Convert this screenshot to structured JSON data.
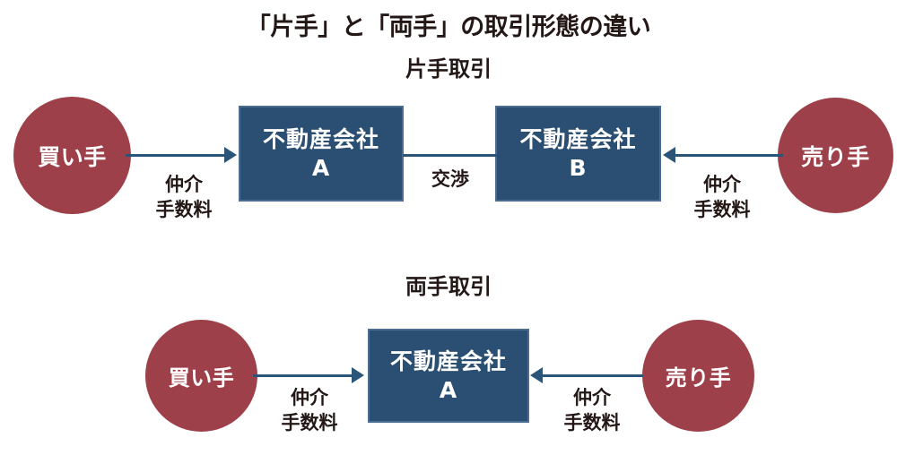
{
  "title": "「片手」と「両手」の取引形態の違い",
  "sections": [
    {
      "heading": "片手取引",
      "nodes": {
        "buyer": "買い手",
        "seller": "売り手",
        "company_a_name": "不動産会社",
        "company_a_id": "A",
        "company_b_name": "不動産会社",
        "company_b_id": "B"
      },
      "labels": {
        "fee_line1": "仲介",
        "fee_line2": "手数料",
        "negotiation": "交渉"
      }
    },
    {
      "heading": "両手取引",
      "nodes": {
        "buyer": "買い手",
        "seller": "売り手",
        "company_a_name": "不動産会社",
        "company_a_id": "A"
      },
      "labels": {
        "fee_line1": "仲介",
        "fee_line2": "手数料"
      }
    }
  ],
  "colors": {
    "actor_circle": "#9e4049",
    "company_box": "#2b4f72",
    "company_box_border": "#4b6e90",
    "arrow": "#2b5578",
    "text": "#231815",
    "background": "#ffffff"
  }
}
